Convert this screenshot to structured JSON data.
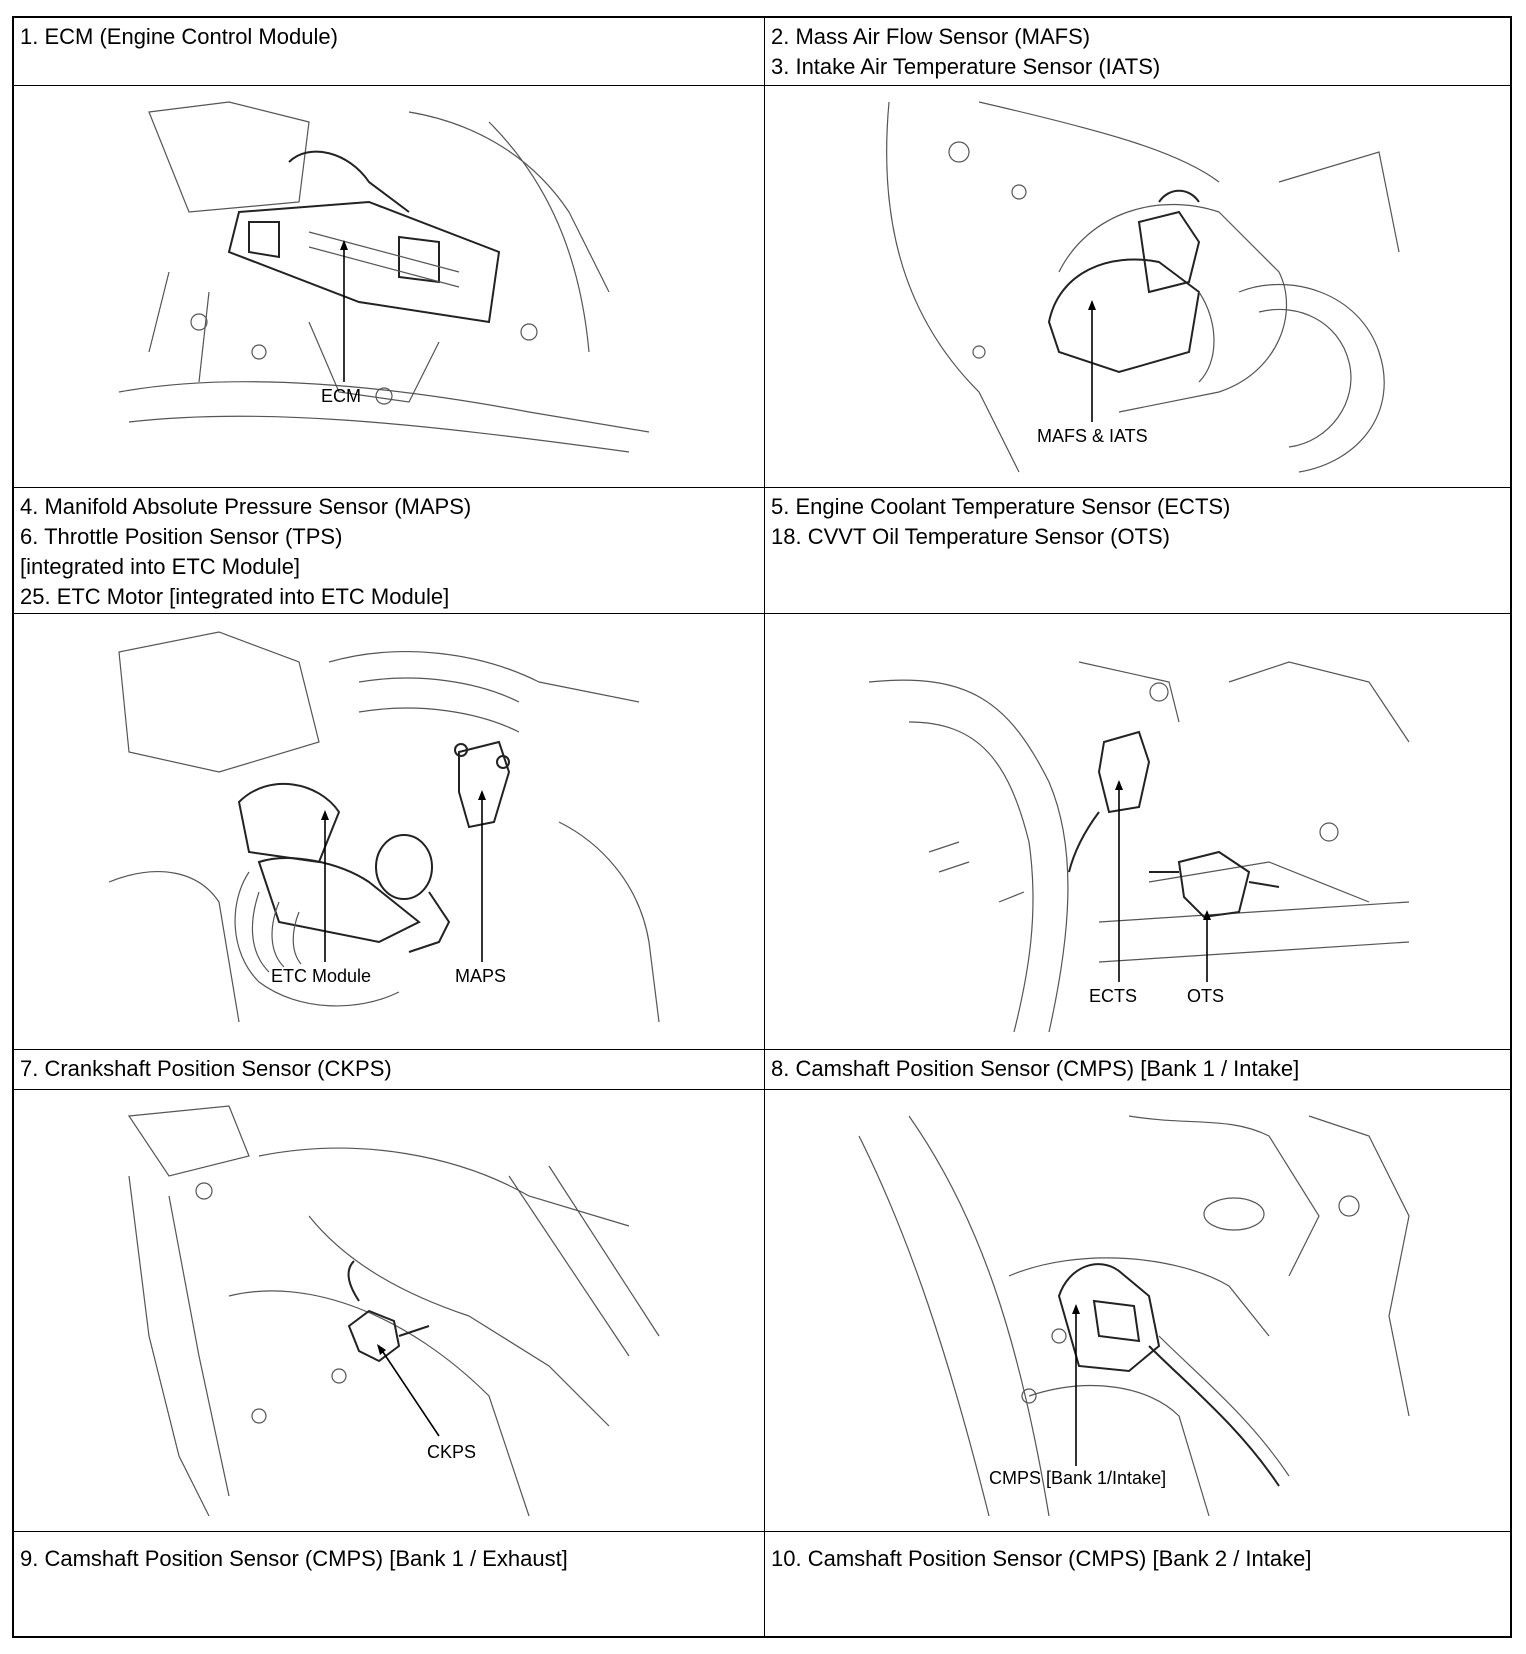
{
  "captions": {
    "ecm": [
      "1. ECM (Engine Control Module)"
    ],
    "mafs": [
      "2. Mass Air Flow Sensor (MAFS)",
      "3. Intake Air Temperature Sensor (IATS)"
    ],
    "maps": [
      "4. Manifold Absolute Pressure Sensor (MAPS)",
      "6. Throttle Position Sensor (TPS)",
      "[integrated into ETC Module]",
      "25. ETC Motor [integrated into ETC Module]"
    ],
    "ects": [
      "5. Engine Coolant Temperature Sensor (ECTS)",
      "18. CVVT Oil Temperature Sensor (OTS)"
    ],
    "ckps": [
      "7. Crankshaft Position Sensor (CKPS)"
    ],
    "cmps_b1_intake": [
      "8. Camshaft Position Sensor (CMPS) [Bank 1 / Intake]"
    ],
    "cmps_b1_exhaust": [
      "9. Camshaft Position Sensor (CMPS) [Bank 1 / Exhaust]"
    ],
    "cmps_b2_intake": [
      "10. Camshaft Position Sensor (CMPS) [Bank 2 / Intake]"
    ]
  },
  "callouts": {
    "ecm": "ECM",
    "mafs_iats": "MAFS & IATS",
    "etc_module": "ETC Module",
    "maps": "MAPS",
    "ects": "ECTS",
    "ots": "OTS",
    "ckps": "CKPS",
    "cmps_b1_intake": "CMPS [Bank 1/Intake]"
  }
}
